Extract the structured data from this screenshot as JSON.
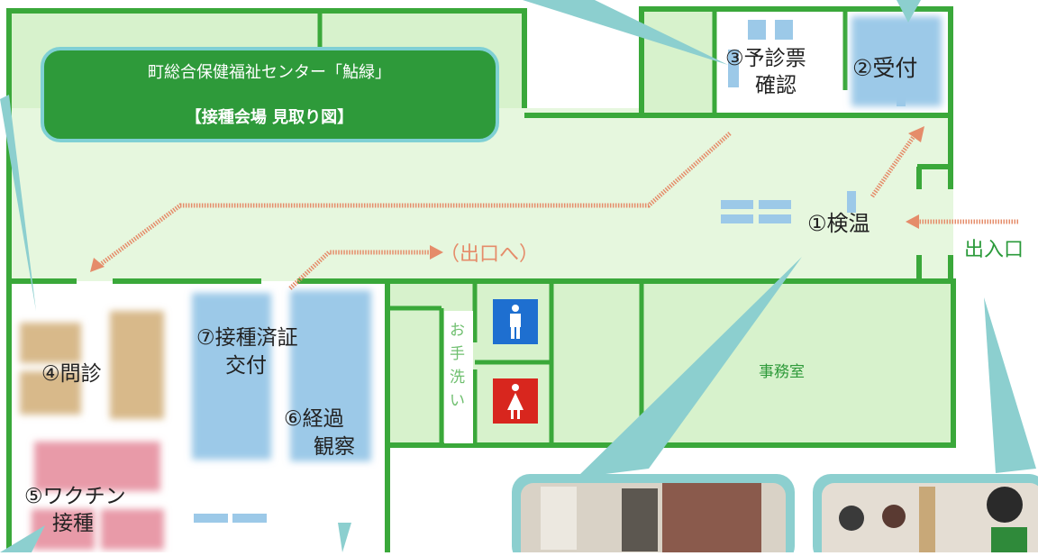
{
  "title": {
    "line1": "町総合保健福祉センター「鮎緑」",
    "line2": "【接種会場 見取り図】"
  },
  "steps": {
    "temperature": "①検温",
    "reception": "②受付",
    "questionnaire_line1": "③予診票",
    "questionnaire_line2": "確認",
    "interview": "④問診",
    "vaccination_line1": "⑤ワクチン",
    "vaccination_line2": "接種",
    "observation_line1": "⑥経過",
    "observation_line2": "観察",
    "certificate_line1": "⑦接種済証",
    "certificate_line2": "交付"
  },
  "labels": {
    "exit": "（出口へ）",
    "entrance": "出入口",
    "office": "事務室",
    "handwash": [
      "お",
      "手",
      "洗",
      "い"
    ]
  },
  "icons": {
    "male_restroom": "male-restroom-icon",
    "female_restroom": "female-restroom-icon"
  },
  "colors": {
    "floor": "#d9f3cf",
    "corridor": "#e6f7de",
    "wall": "#3aa83a",
    "title_bg": "#2e9a3a",
    "title_border": "#7fd0d4",
    "callout": "#8ccfcf",
    "route_arrow": "#e58c6a",
    "blue_zone": "#9cc9e8",
    "tan_zone": "#d8b98a",
    "pink_zone": "#e89aa8",
    "entrance_text": "#2a9a3a",
    "exit_text": "#e58c6a",
    "male_icon_bg": "#1e6fd0",
    "female_icon_bg": "#d8261e"
  }
}
